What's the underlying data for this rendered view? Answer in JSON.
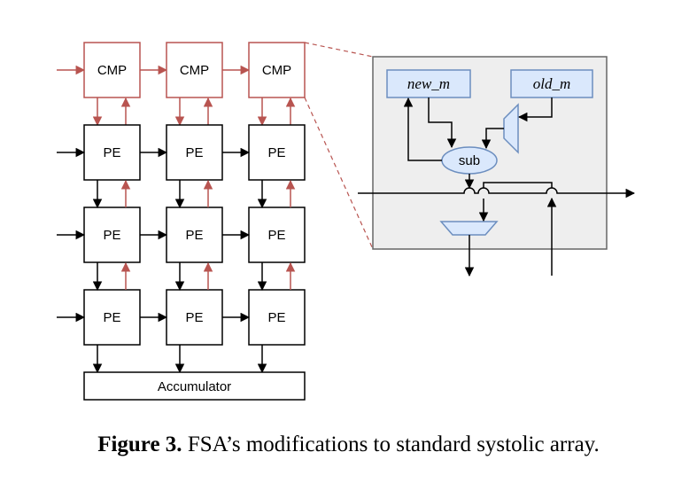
{
  "diagram": {
    "cmp_label": "CMP",
    "pe_label": "PE",
    "accumulator_label": "Accumulator",
    "detail": {
      "new_m_label": "new_m",
      "old_m_label": "old_m",
      "sub_label": "sub"
    },
    "colors": {
      "cmp_accent": "#b85450",
      "detail_fill": "#dae8fc",
      "detail_stroke": "#6c8ebf",
      "panel_fill": "#eeeeee",
      "panel_stroke": "#666666"
    }
  },
  "caption": {
    "label": "Figure 3.",
    "text": "FSA’s modifications to standard systolic array."
  }
}
